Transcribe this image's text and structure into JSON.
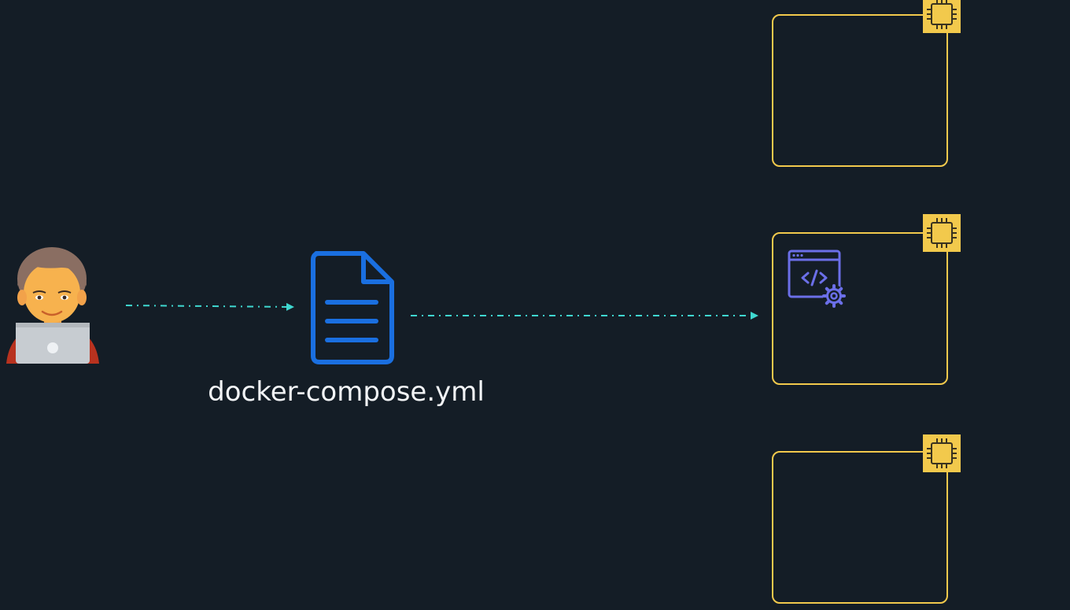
{
  "diagram": {
    "file_label": "docker-compose.yml",
    "colors": {
      "background": "#141d26",
      "arrow": "#3fd8d0",
      "file_icon": "#1a6fe0",
      "node_border": "#f2c94c",
      "chip_fill": "#f2c94c",
      "app_icon": "#6b6fe8"
    },
    "icons": {
      "developer": "developer-with-laptop-icon",
      "file": "document-file-icon",
      "chip": "processor-chip-icon",
      "app": "code-window-gear-icon"
    },
    "nodes": [
      {
        "id": "node-1",
        "has_app": false
      },
      {
        "id": "node-2",
        "has_app": true
      },
      {
        "id": "node-3",
        "has_app": false
      }
    ]
  }
}
